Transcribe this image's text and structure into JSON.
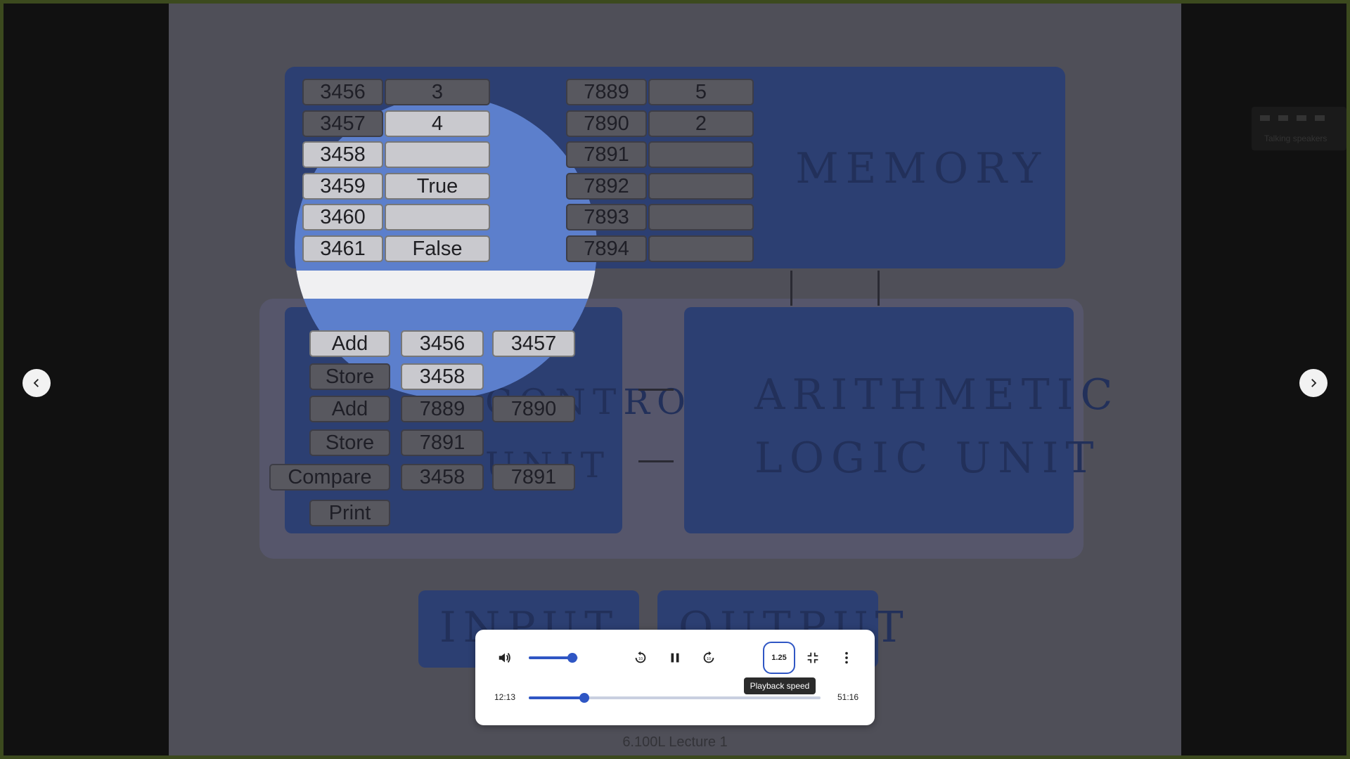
{
  "slide": {
    "memory_title": "MEMORY",
    "memory_left_addrs": [
      "3456",
      "3457",
      "3458",
      "3459",
      "3460",
      "3461"
    ],
    "memory_left_vals": [
      "3",
      "4",
      "",
      "True",
      "",
      "False"
    ],
    "memory_right_addrs": [
      "7889",
      "7890",
      "7891",
      "7892",
      "7893",
      "7894"
    ],
    "memory_right_vals": [
      "5",
      "2",
      "",
      "",
      "",
      ""
    ],
    "control_title": "CONTROL\nUNIT",
    "alu_title": "ARITHMETIC\nLOGIC UNIT",
    "instructions": [
      {
        "op": "Add",
        "a": "3456",
        "b": "3457"
      },
      {
        "op": "Store",
        "a": "3458",
        "b": ""
      },
      {
        "op": "Add",
        "a": "7889",
        "b": "7890"
      },
      {
        "op": "Store",
        "a": "7891",
        "b": ""
      },
      {
        "op": "Compare",
        "a": "3458",
        "b": "7891"
      },
      {
        "op": "Print",
        "a": "",
        "b": ""
      }
    ],
    "input_title": "INPUT",
    "output_title": "OUTPUT",
    "footer": "6.100L Lecture 1"
  },
  "side_widget": {
    "label": "Talking speakers"
  },
  "player": {
    "current_time": "12:13",
    "total_time": "51:16",
    "progress_fraction": 0.19,
    "volume_fraction": 0.88,
    "speed_label": "1.25",
    "tooltip": "Playback speed"
  },
  "colors": {
    "accent": "#2f56c4",
    "memory_box": "#2c3f72",
    "spotlight": "#5c7fcc"
  }
}
